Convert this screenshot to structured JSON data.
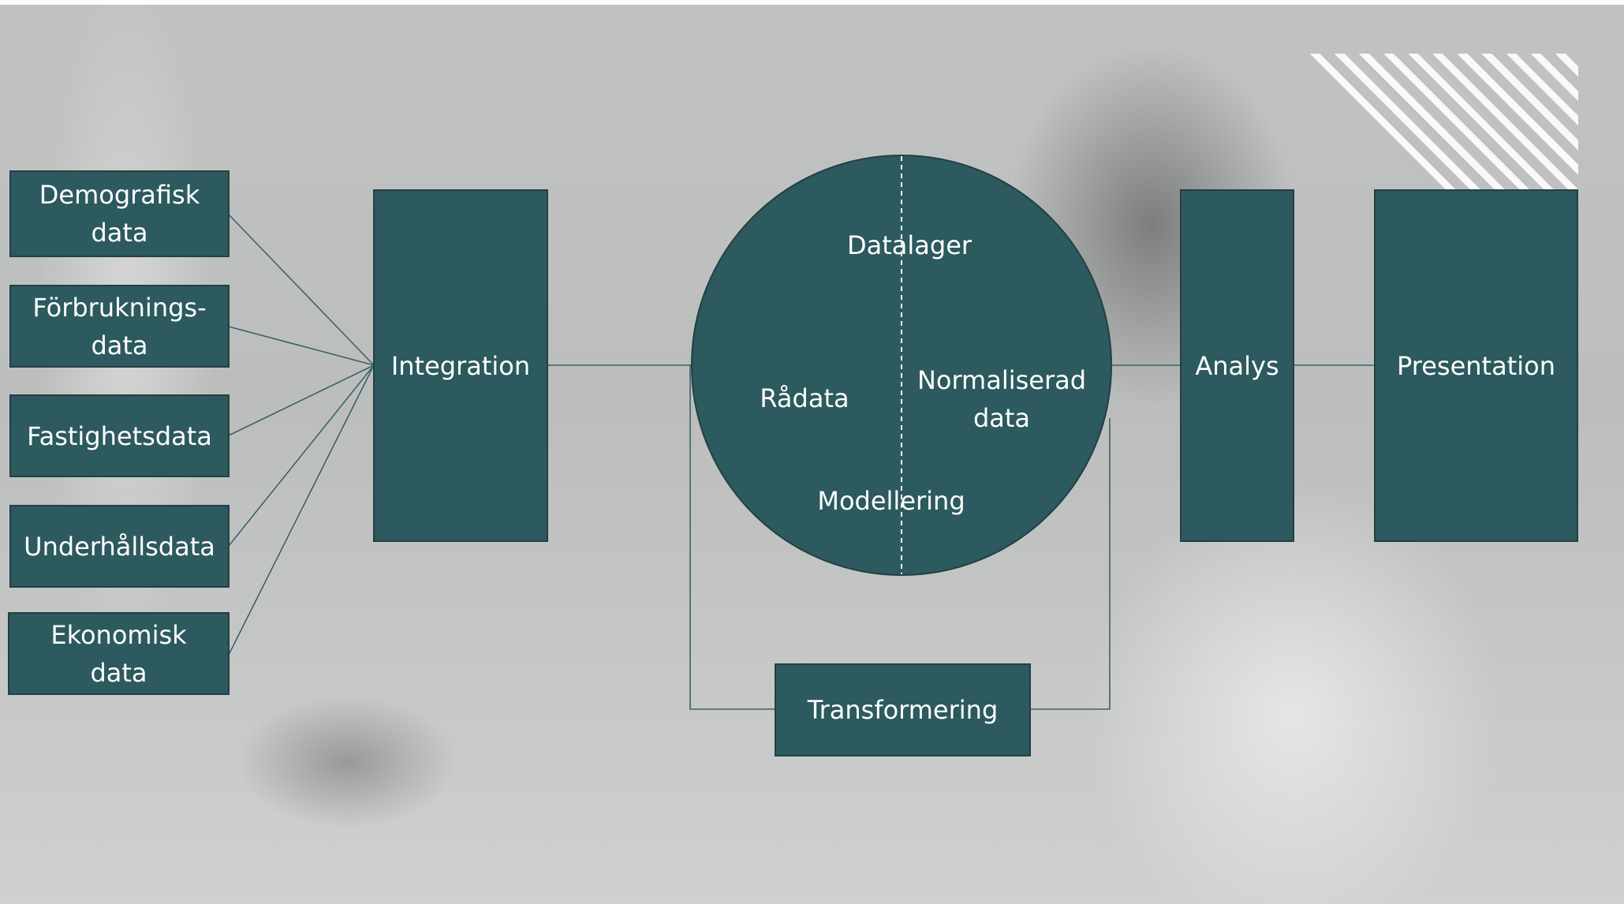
{
  "colors": {
    "box_fill": "#2c5a5e",
    "box_border": "#243f43",
    "connector": "#3c6266",
    "text": "#ffffff",
    "divider": "#ffffff"
  },
  "sources": [
    {
      "label": "Demografisk\ndata"
    },
    {
      "label": "Förbruknings-\ndata"
    },
    {
      "label": "Fastighetsdata"
    },
    {
      "label": "Underhållsdata"
    },
    {
      "label": "Ekonomisk\ndata"
    }
  ],
  "integration": {
    "label": "Integration"
  },
  "datalager": {
    "title": "Datalager",
    "raw": "Rådata",
    "normalized": "Normaliserad\ndata",
    "modelling": "Modellering"
  },
  "transformering": {
    "label": "Transformering"
  },
  "analys": {
    "label": "Analys"
  },
  "presentation": {
    "label": "Presentation"
  }
}
